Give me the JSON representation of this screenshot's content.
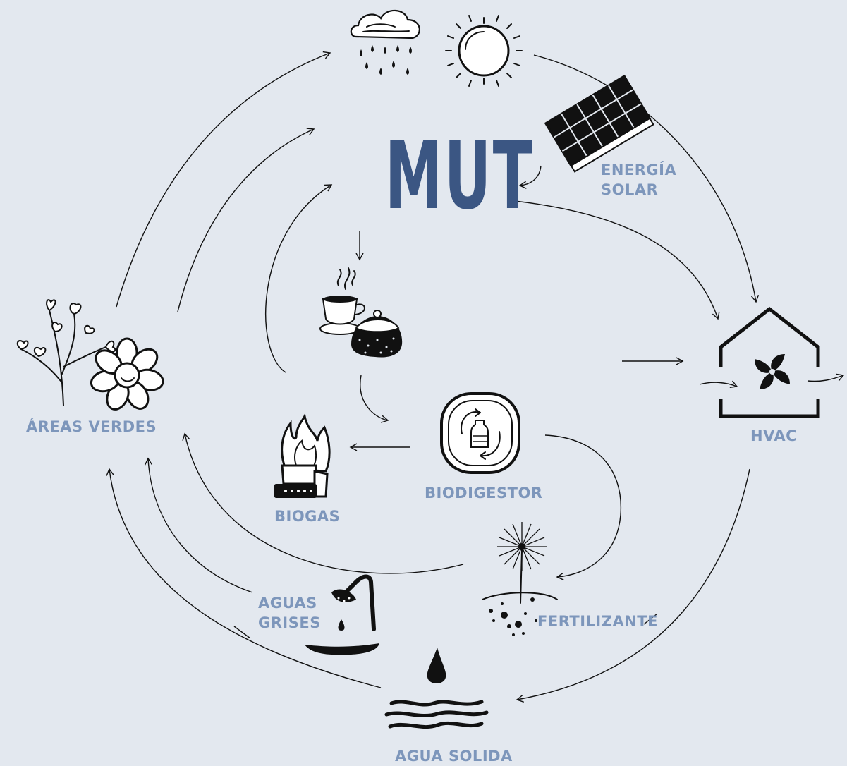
{
  "title": "MUT",
  "labels": {
    "energia_solar": [
      "ENERGÍA",
      "SOLAR"
    ],
    "hvac": "HVAC",
    "areas_verdes": "ÁREAS VERDES",
    "biogas": "BIOGAS",
    "biodigestor": "BIODIGESTOR",
    "aguas_grises": [
      "AGUAS",
      "GRISES"
    ],
    "fertilizante": "FERTILIZANTE",
    "agua_solida": "AGUA SOLIDA"
  },
  "colors": {
    "background": "#e3e8ef",
    "title": "#3b5683",
    "label": "#7d96bb",
    "ink": "#111111"
  },
  "icons": [
    "rain-cloud-icon",
    "sun-icon",
    "solar-panel-icon",
    "coffee-cake-icon",
    "house-fan-icon",
    "plants-flower-icon",
    "fire-icon",
    "biodigestor-bottle-icon",
    "shower-icon",
    "dandelion-soil-icon",
    "water-drop-waves-icon"
  ]
}
